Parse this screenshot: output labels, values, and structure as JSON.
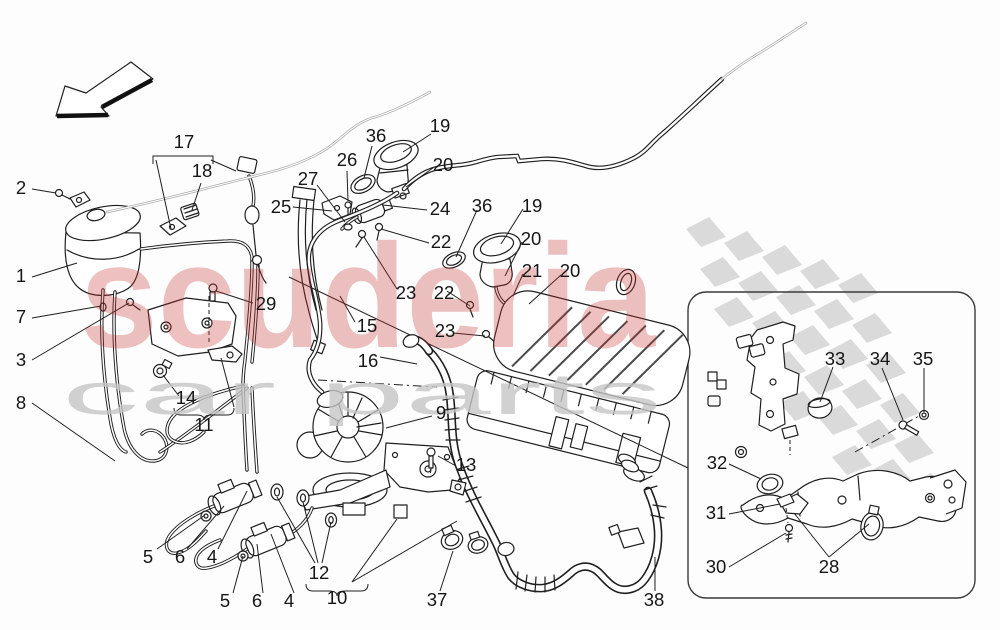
{
  "watermark": {
    "brand": "scuderia",
    "sub": "car parts",
    "brand_color": "#c83232",
    "sub_color": "#c6c6c6",
    "flag_color": "#d7d7d7"
  },
  "line_art_color": "#1f1f1f",
  "callouts": [
    "2",
    "1",
    "7",
    "3",
    "8",
    "17",
    "18",
    "29",
    "14",
    "11",
    "5",
    "6",
    "4",
    "5",
    "6",
    "4",
    "12",
    "10",
    "25",
    "27",
    "26",
    "36",
    "19",
    "20",
    "24",
    "22",
    "23",
    "22",
    "23",
    "15",
    "16",
    "36",
    "19",
    "20",
    "21",
    "20",
    "9",
    "13",
    "37",
    "38",
    "33",
    "34",
    "35",
    "32",
    "31",
    "30",
    "28"
  ]
}
